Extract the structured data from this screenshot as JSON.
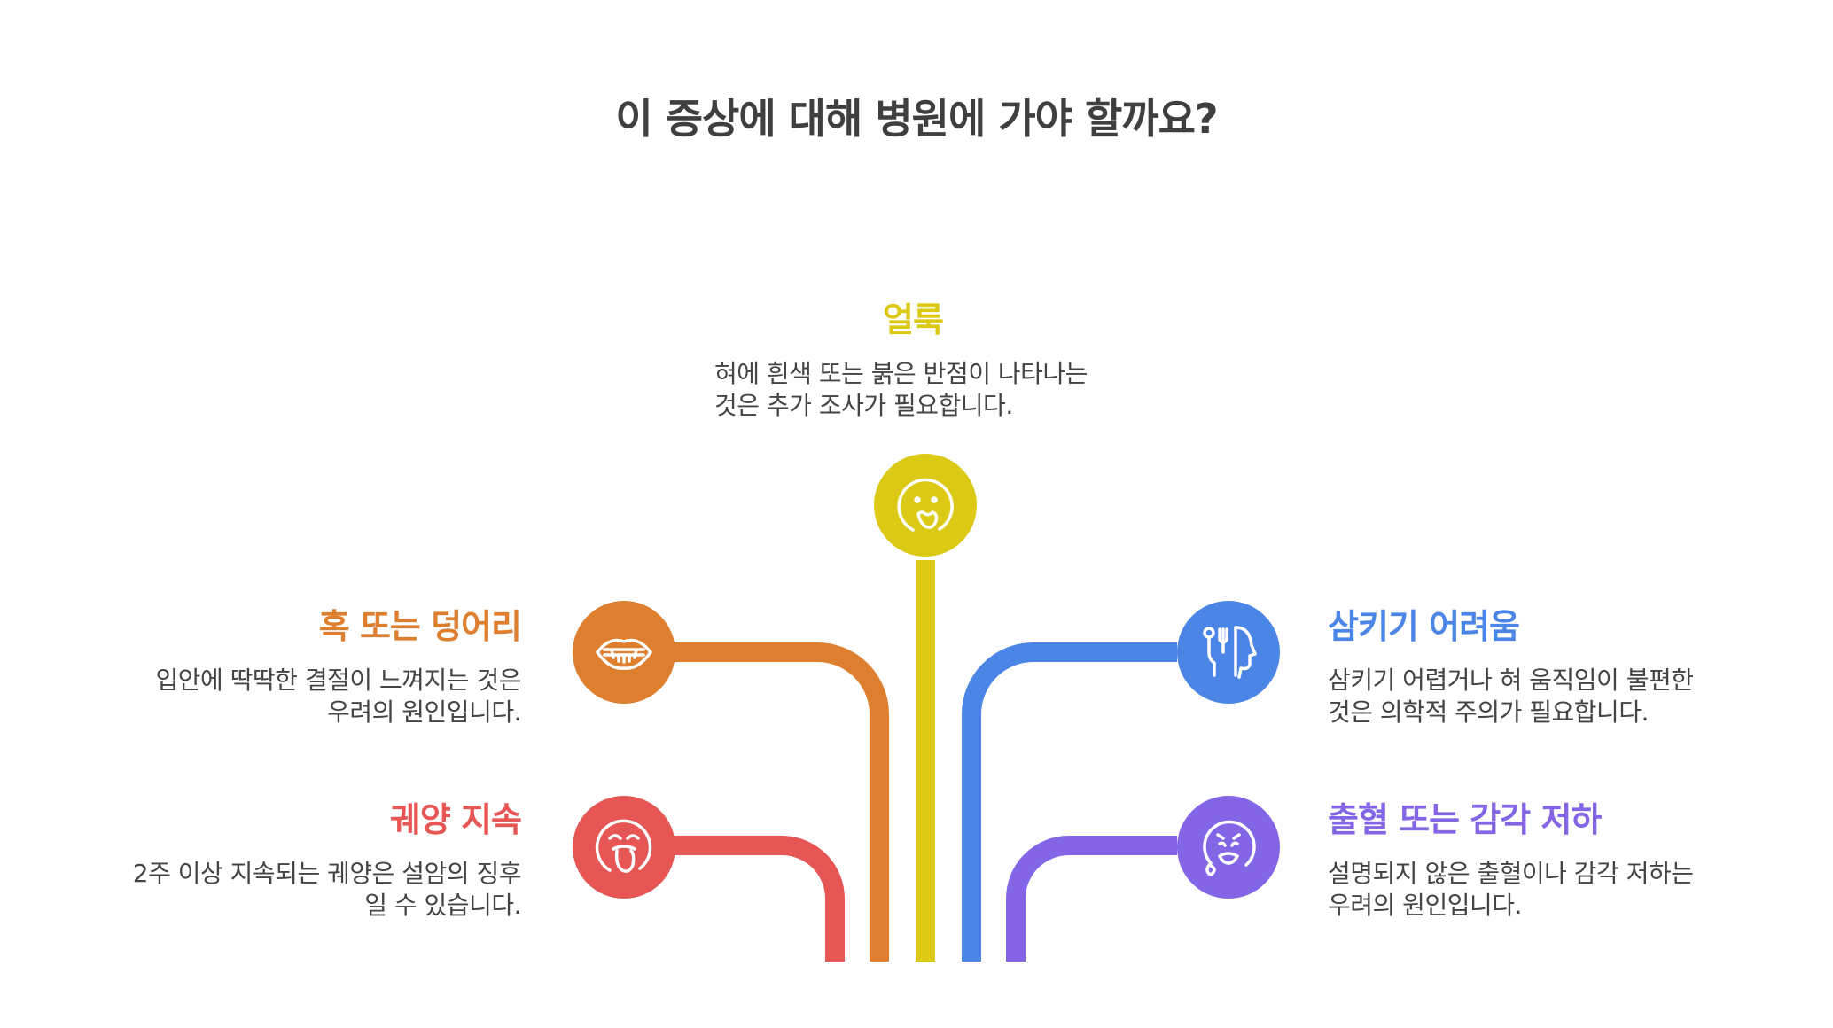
{
  "title": "이 증상에 대해 병원에 가야 할까요?",
  "colors": {
    "yellow": "#DCC916",
    "orange": "#DD7F2E",
    "red": "#E55655",
    "blue": "#4B85E6",
    "purple": "#8365E6"
  },
  "items": [
    {
      "key": "spots",
      "icon": "face-spot-icon",
      "heading": "얼룩",
      "desc": [
        "혀에 흰색 또는 붉은 반점이 나타나는",
        "것은 추가 조사가 필요합니다."
      ]
    },
    {
      "key": "lump",
      "icon": "mouth-fangs-icon",
      "heading": "혹 또는 덩어리",
      "desc": [
        "입안에 딱딱한 결절이 느껴지는 것은",
        "우려의 원인입니다."
      ]
    },
    {
      "key": "ulcer",
      "icon": "face-tongue-icon",
      "heading": "궤양 지속",
      "desc": [
        "2주 이상 지속되는 궤양은 설암의 징후",
        "일 수 있습니다."
      ]
    },
    {
      "key": "swallow",
      "icon": "head-cutlery-icon",
      "heading": "삼키기 어려움",
      "desc": [
        "삼키기 어렵거나 혀 움직임이 불편한",
        "것은 의학적 주의가 필요합니다."
      ]
    },
    {
      "key": "bleeding",
      "icon": "face-drool-icon",
      "heading": "출혈 또는 감각 저하",
      "desc": [
        "설명되지 않은 출혈이나 감각 저하는",
        "우려의 원인입니다."
      ]
    }
  ]
}
